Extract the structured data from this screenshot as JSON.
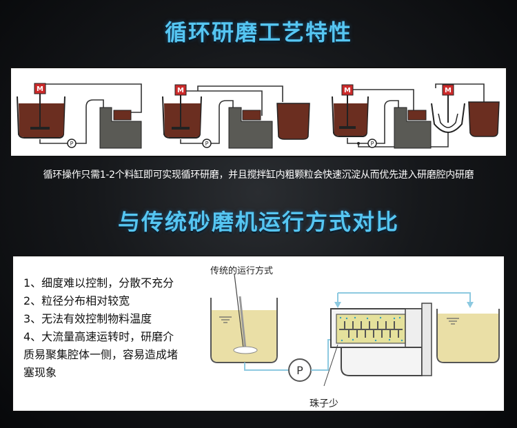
{
  "section1": {
    "title": "循环研磨工艺特性",
    "caption": "循环操作只需1-2个料缸即可实现循环研磨，并且搅拌缸内粗颗粒会快速沉淀从而优先进入研磨腔内研磨",
    "motor_label": "M",
    "pump_label": "P"
  },
  "section2": {
    "title": "与传统砂磨机运行方式对比",
    "points": [
      "1、细度难以控制，分散不充分",
      "2、粒径分布相对较宽",
      "3、无法有效控制物料温度",
      "4、大流量高速运转时，研磨介",
      "质易聚集腔体一侧，容易造成堵",
      "塞现象"
    ],
    "diagram_label": "传统的运行方式",
    "bead_label": "珠子少",
    "pump_label": "P"
  },
  "colors": {
    "title": "#56c6f2",
    "slurry": "#6b2e20",
    "mill": "#5a5a55",
    "pipe": "#333333",
    "motor": "#cc2a2a",
    "liquid": "#eadfa6",
    "flow": "#7ec8e3"
  }
}
